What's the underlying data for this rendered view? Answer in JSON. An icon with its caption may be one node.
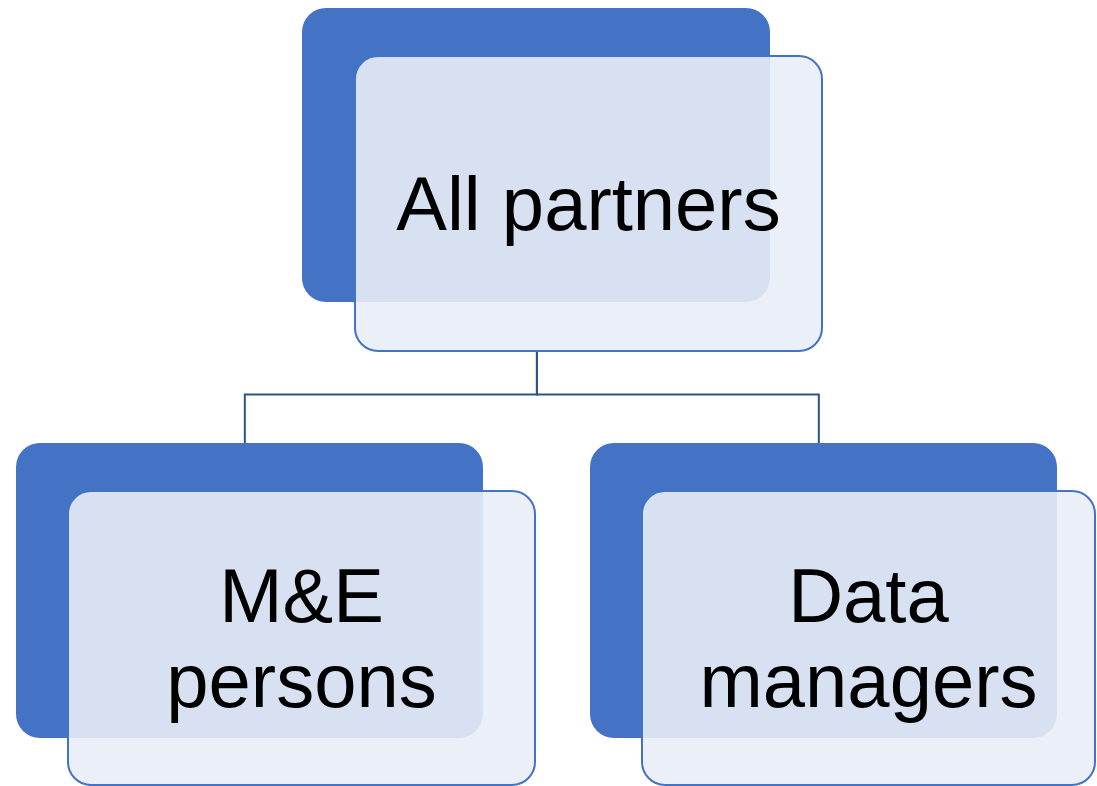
{
  "diagram": {
    "nodes": [
      {
        "text": [
          "All partners"
        ]
      },
      {
        "text": [
          "M&E persons"
        ]
      },
      {
        "text": [
          "Data managers"
        ]
      }
    ],
    "edges": [
      {
        "from": 0,
        "to": 1,
        "arrow": "none"
      },
      {
        "from": 0,
        "to": 2,
        "arrow": "none"
      }
    ]
  }
}
